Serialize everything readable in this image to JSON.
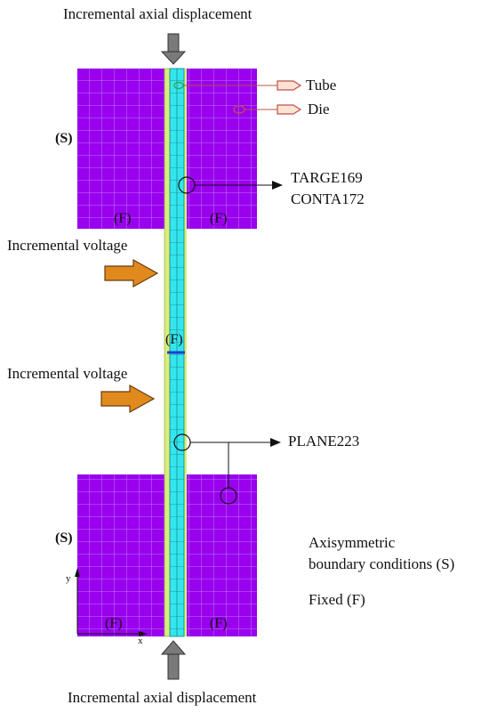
{
  "labels": {
    "top_displacement": "Incremental axial displacement",
    "bottom_displacement": "Incremental axial displacement",
    "tube": "Tube",
    "die": "Die",
    "targe": "TARGE169",
    "conta": "CONTA172",
    "voltage_1": "Incremental voltage",
    "voltage_2": "Incremental voltage",
    "plane": "PLANE223",
    "s_top": "(S)",
    "s_bottom": "(S)",
    "f_top_left": "(F)",
    "f_top_right": "(F)",
    "f_middle": "(F)",
    "f_bottom_left": "(F)",
    "f_bottom_right": "(F)",
    "legend_line1": "Axisymmetric",
    "legend_line2": "boundary conditions (S)",
    "legend_fixed": "Fixed (F)",
    "axis_y": "y",
    "axis_x": "x"
  },
  "colors": {
    "die": "#9900ee",
    "die_grid": "#c79cff",
    "tube": "#33e6ee",
    "tube_grid": "#1a7f86",
    "insulator": "#d9ee7a",
    "voltage_arrow": "#e08a1e",
    "disp_arrow": "#7a7a7a",
    "callout_arrow": "#c0504d"
  }
}
